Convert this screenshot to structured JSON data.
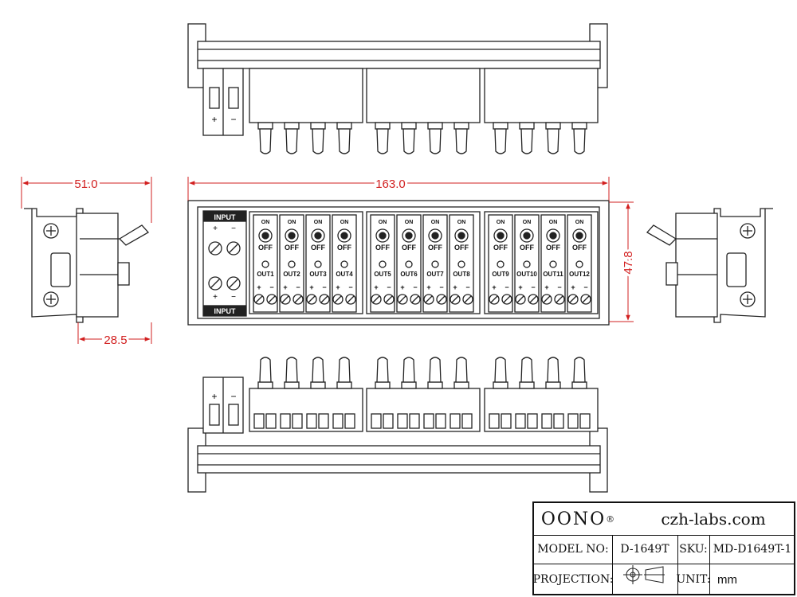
{
  "dimensions": {
    "width": "51.0",
    "length": "163.0",
    "depth": "28.5",
    "height": "47.8"
  },
  "labels": {
    "input": "INPUT",
    "on": "ON",
    "off": "OFF",
    "plus": "+",
    "minus": "−",
    "outputs": [
      "OUT1",
      "OUT2",
      "OUT3",
      "OUT4",
      "OUT5",
      "OUT6",
      "OUT7",
      "OUT8",
      "OUT9",
      "OUT10",
      "OUT11",
      "OUT12"
    ]
  },
  "title_block": {
    "brand": "OONO",
    "reg": "®",
    "website": "czh-labs.com",
    "model_label": "MODEL NO:",
    "model_value": "D-1649T",
    "sku_label": "SKU:",
    "sku_value": "MD-D1649T-1",
    "projection_label": "PROJECTION:",
    "unit_label": "UNIT:",
    "unit_value": "mm"
  },
  "colors": {
    "line": "#222222",
    "dimension": "#d22020",
    "fill": "#ffffff",
    "shade": "#e6e6e6"
  }
}
